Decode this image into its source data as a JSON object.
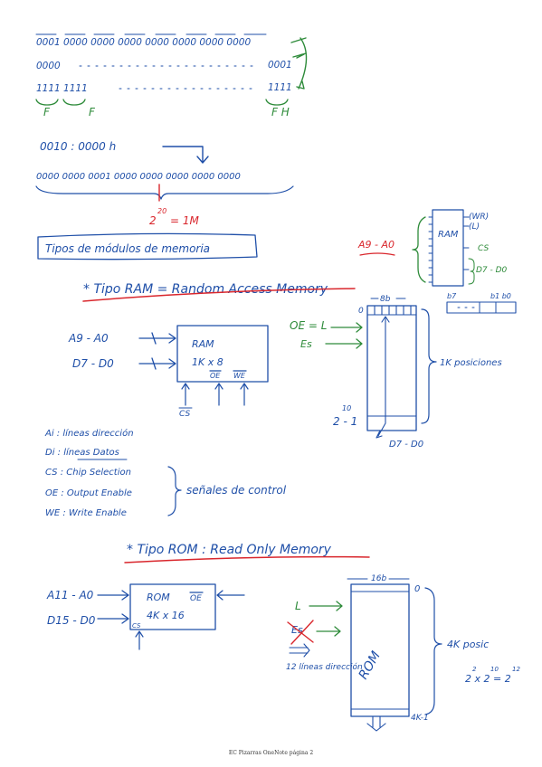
{
  "colors": {
    "ink_blue": "#1f4fa8",
    "ink_green": "#2e8b3a",
    "ink_red": "#d9262c"
  },
  "hex_rows": {
    "row1": "0001 0000 0000 0000 0000 0000 0000 0000",
    "row2_start": "0000",
    "row2_end": "0001",
    "row3_start": "1111 1111",
    "row3_end": "1111",
    "labels": [
      "F",
      "F",
      "F H"
    ]
  },
  "address": {
    "value": "0010 : 0000 h",
    "binary": "0000 0000 0001 0000 0000 0000 0000 0000",
    "power": "2",
    "power_exp": "20",
    "equals": "= 1M"
  },
  "heading_box": "Tipos de módulos de memoria",
  "ram": {
    "title": "* Tipo RAM = Random Access Memory",
    "addr_in": "A9 - A0",
    "data_in": "D7 - D0",
    "chip_name": "RAM",
    "chip_size": "1K x 8",
    "oe": "OE",
    "we": "WE",
    "cs": "CS",
    "oe_eq": "OE = L",
    "cs_side": "Es",
    "width": "8b",
    "zero": "0",
    "last": "2 - 1",
    "last_exp": "10",
    "out": "D7 - D0",
    "positions": "1K posiciones",
    "pin_label": "A9 - A0",
    "pin_wr": "(WR)",
    "pin_l": "(L)",
    "pin_cs": "CS",
    "pin_data": "D7 - D0",
    "pin_b7": "b7",
    "pin_b0": "b1 b0"
  },
  "legend": [
    "Ai : líneas dirección",
    "Di : líneas Datos",
    "CS : Chip Selection",
    "OE : Output Enable",
    "WE : Write Enable"
  ],
  "legend_group": "señales de control",
  "rom": {
    "title": "* Tipo ROM : Read Only Memory",
    "addr_in": "A11 - A0",
    "data_in": "D15 - D0",
    "chip_name": "ROM",
    "chip_size": "4K x 16",
    "oe": "OE",
    "cs": "CS",
    "width": "16b",
    "zero": "0",
    "last": "4K-1",
    "l_label": "L",
    "es_label": "Es",
    "lines_note": "12 líneas dirección",
    "positions": "4K posic",
    "formula": "2 x 2 = 2",
    "formula_exps": [
      "2",
      "10",
      "12"
    ]
  },
  "footer": "EC Pizarras OneNote página 2"
}
